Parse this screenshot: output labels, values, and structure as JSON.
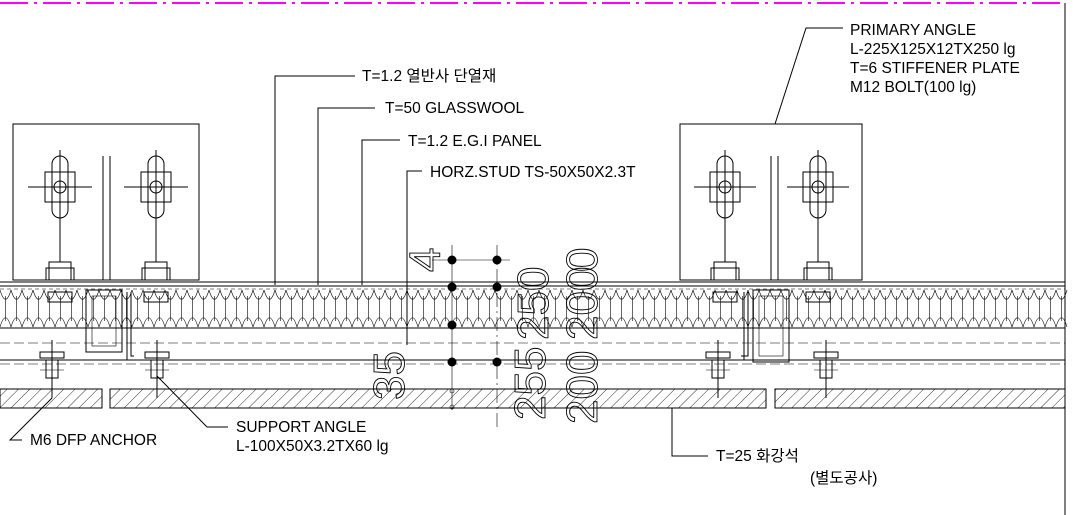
{
  "labels": {
    "insulation_film": "T=1.2 열반사 단열재",
    "glasswool": "T=50 GLASSWOOL",
    "panel": "T=1.2 E.G.I PANEL",
    "horz_stud": "HORZ.STUD TS-50X50X2.3T",
    "primary_angle": [
      "PRIMARY ANGLE",
      "L-225X125X12TX250 lg",
      "T=6 STIFFENER PLATE",
      "M12 BOLT(100 lg)"
    ],
    "support_angle": [
      "SUPPORT ANGLE",
      "L-100X50X3.2TX60 lg"
    ],
    "anchor": "M6 DFP ANCHOR",
    "stone": [
      "T=25 화강석",
      "(별도공사)"
    ]
  },
  "dimensions": {
    "top_small": "4",
    "left_small": "35",
    "vertical_a": "255",
    "vertical_b": "200",
    "vertical_c": "0",
    "vertical_d": "250",
    "vertical_e": "200"
  },
  "colors": {
    "line": "#000000",
    "border_dash": "#ff00ff",
    "background": "#ffffff"
  }
}
